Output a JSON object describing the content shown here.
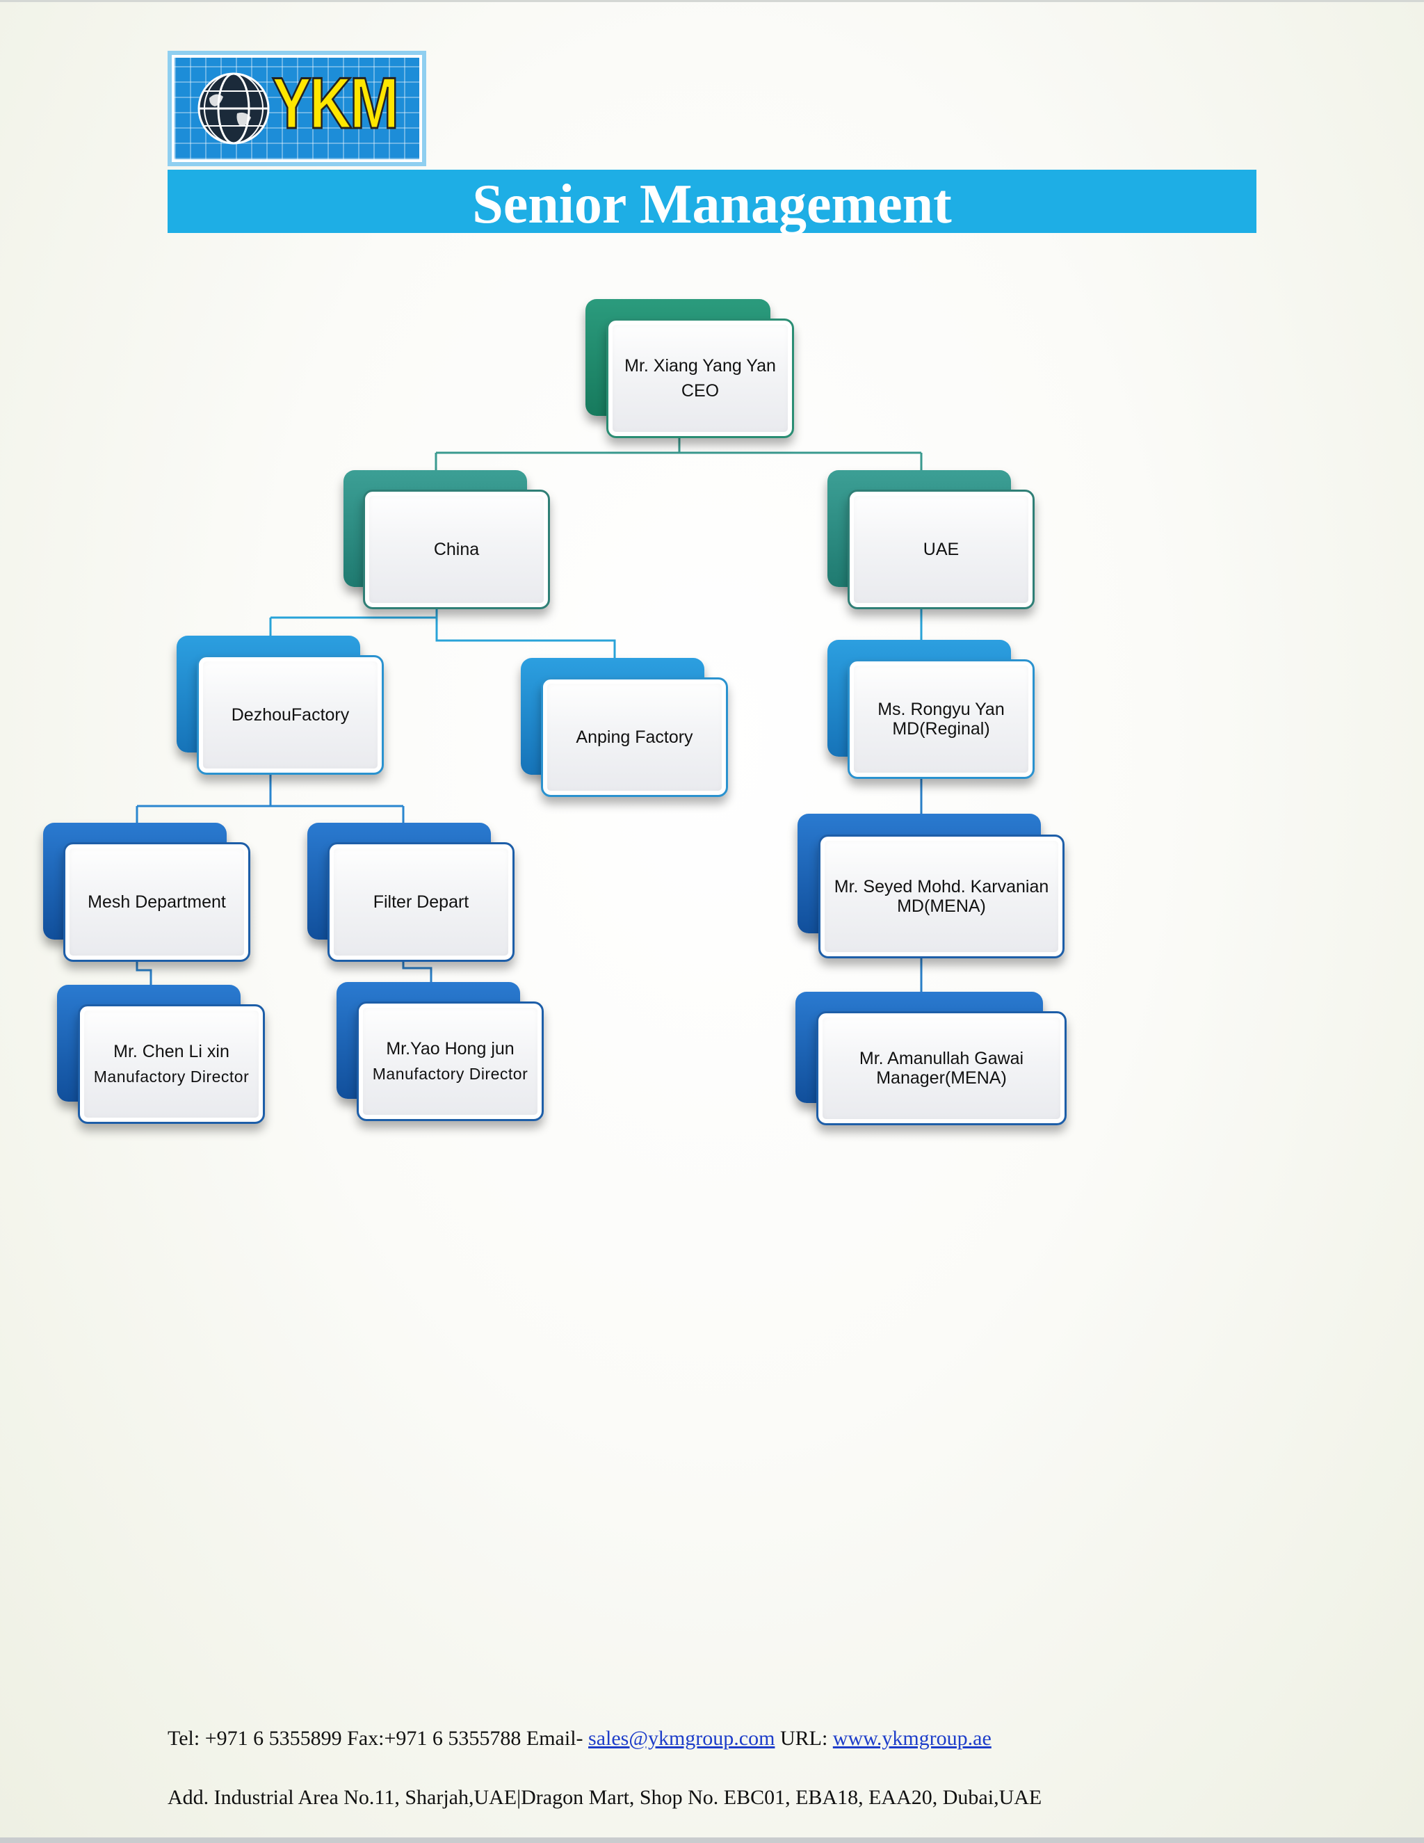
{
  "logo": {
    "text": "YKM"
  },
  "title": "Senior Management",
  "colors": {
    "title_bar": "#1eaee5",
    "green": "#1f8c6c",
    "teal": "#2f8a80",
    "cyan": "#2a92cf",
    "blue": "#1d5ea8",
    "link": "#1d3dc9"
  },
  "org_chart": {
    "ceo": {
      "line1": "Mr. Xiang Yang Yan",
      "line2": "CEO"
    },
    "china": {
      "label": "China"
    },
    "uae": {
      "label": "UAE"
    },
    "dezhou": {
      "label": "DezhouFactory"
    },
    "anping": {
      "label": "Anping Factory"
    },
    "rongyu": {
      "line1": "Ms. Rongyu Yan",
      "line2": "MD(Reginal)"
    },
    "mesh": {
      "label": "Mesh Department"
    },
    "filter": {
      "label": "Filter Depart"
    },
    "seyed": {
      "line1": "Mr. Seyed Mohd. Karvanian",
      "line2": "MD(MENA)"
    },
    "chen": {
      "line1": "Mr. Chen Li xin",
      "line2": "Manufactory Director"
    },
    "yao": {
      "line1": "Mr.Yao Hong jun",
      "line2": "Manufactory Director"
    },
    "amanullah": {
      "line1": "Mr. Amanullah Gawai",
      "line2": "Manager(MENA)"
    }
  },
  "footer": {
    "tel_fax": "Tel: +971 6 5355899 Fax:+971 6 5355788 Email- ",
    "email": "sales@ykmgroup.com",
    "url_label": " URL: ",
    "url": "www.ykmgroup.ae",
    "address": "Add. Industrial Area No.11, Sharjah,UAE|Dragon Mart, Shop No. EBC01, EBA18, EAA20, Dubai,UAE"
  }
}
